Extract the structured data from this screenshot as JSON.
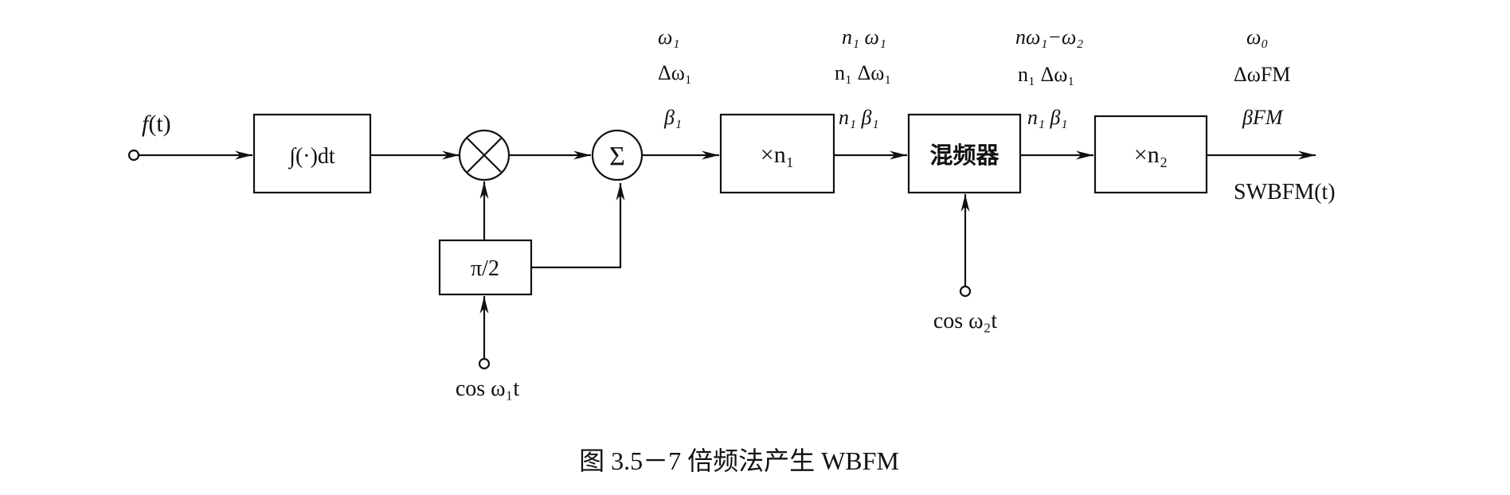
{
  "input": {
    "label_fn": "f",
    "label_arg": "(t)"
  },
  "blocks": {
    "integrator": "∫(·)dt",
    "phase_shift": "π/2",
    "multiplier1": "×n₁",
    "mixer": "混频器",
    "multiplier2": "×n₂"
  },
  "carriers": {
    "carrier1": "cos ω₁t",
    "carrier2": "cos ω₂t"
  },
  "stage_params": {
    "after_sum": [
      "ω₁",
      "Δω₁",
      "β₁"
    ],
    "after_n1": [
      "n₁ ω₁",
      "n₁ Δω₁",
      "n₁ β₁"
    ],
    "after_mixer": [
      "nω₁−ω₂",
      "n₁ Δω₁",
      "n₁ β₁"
    ],
    "output": [
      "ω₀",
      "ΔωFM",
      "βFM"
    ]
  },
  "output_label": "SWBFM(t)",
  "caption": "图 3.5－7   倍频法产生 WBFM",
  "symbols": {
    "multiplier": "×",
    "adder": "Σ"
  }
}
